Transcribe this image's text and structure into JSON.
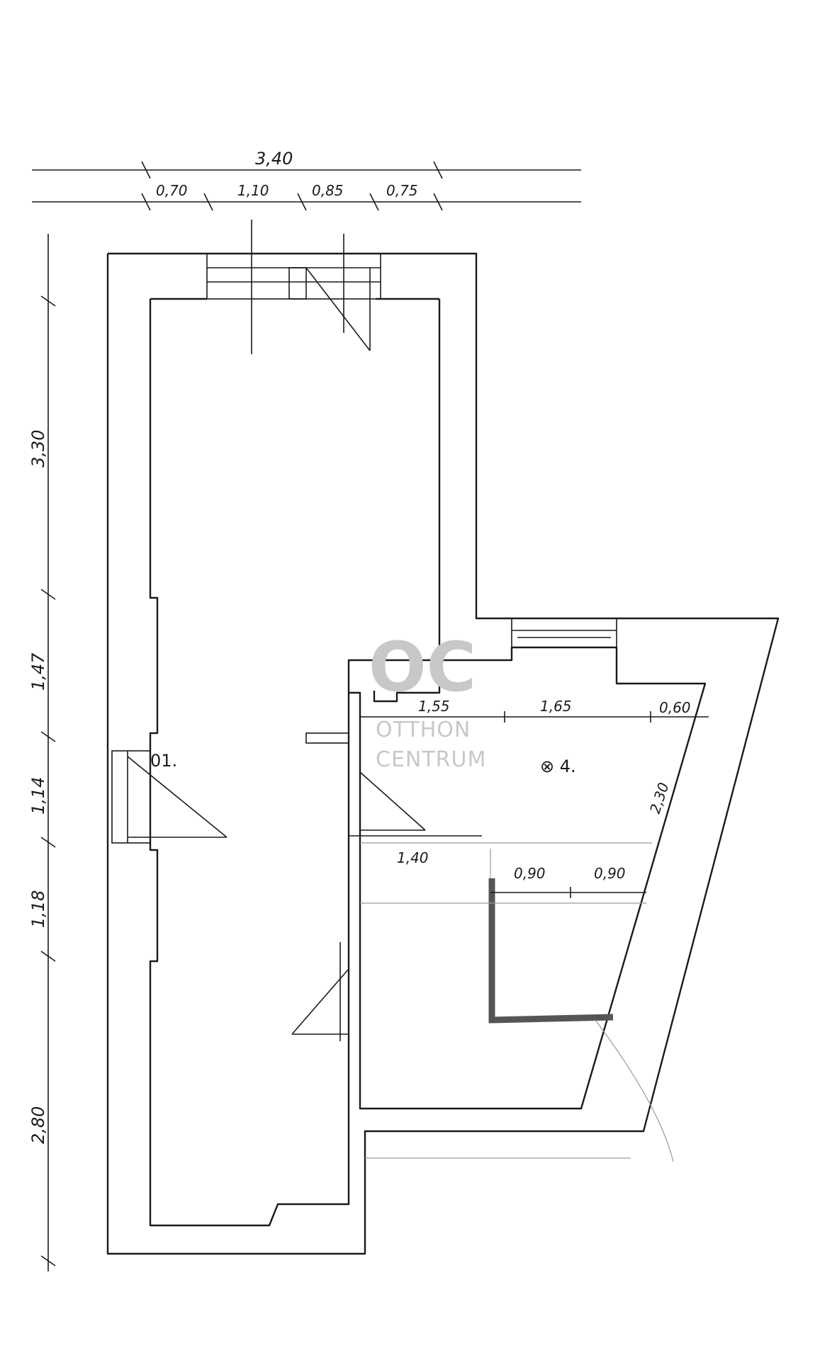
{
  "dimensions_top": {
    "overall": "3,40",
    "segments": [
      "0,70",
      "1,10",
      "0,85",
      "0,75"
    ]
  },
  "dimensions_left": [
    "3,30",
    "1,47",
    "1,14",
    "1,18",
    "2,80"
  ],
  "room_dimensions": {
    "room4_a": "1,55",
    "room4_b": "1,65",
    "room4_c": "0,60",
    "room4_diag": "2,30",
    "room4_d": "1,40",
    "kitchen_a": "0,90",
    "kitchen_b": "0,90"
  },
  "room_labels": {
    "room1": "01.",
    "room4": "⊗ 4."
  },
  "watermark": {
    "logo": "OC",
    "line1": "OTTHON",
    "line2": "CENTRUM"
  },
  "colors": {
    "line": "#1a1a1a",
    "watermark": "#c8c8c8",
    "counter": "#555555"
  }
}
